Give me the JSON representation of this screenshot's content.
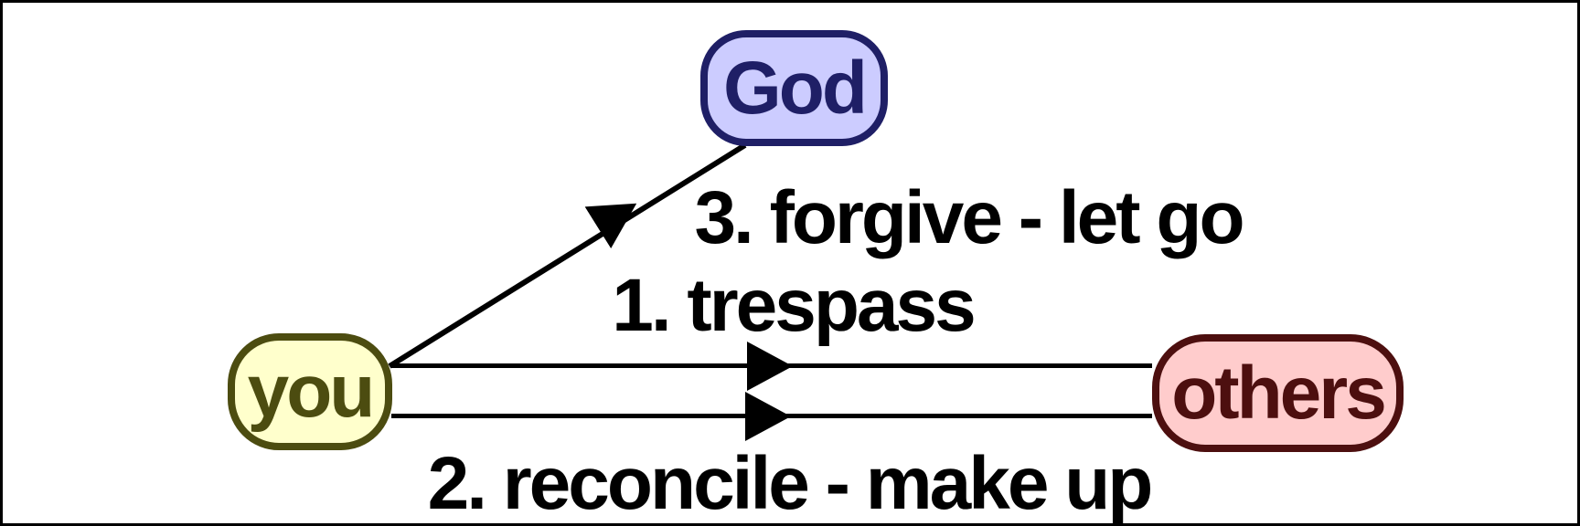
{
  "diagram": {
    "type": "relationship-diagram",
    "background": "#ffffff",
    "frame_border_color": "#000000",
    "line_color": "#000000",
    "label_color": "#000000",
    "nodes": [
      {
        "id": "god",
        "label": "God",
        "fill": "#ccccff",
        "stroke": "#1f1f66",
        "text_color": "#1f1f66"
      },
      {
        "id": "you",
        "label": "you",
        "fill": "#ffffcc",
        "stroke": "#4c4c10",
        "text_color": "#4c4c10"
      },
      {
        "id": "others",
        "label": "others",
        "fill": "#ffcccc",
        "stroke": "#4d0f0f",
        "text_color": "#4d0f0f"
      }
    ],
    "edges": [
      {
        "id": "trespass",
        "label": "1. trespass",
        "from": "you",
        "to": "others",
        "arrow_direction": "right"
      },
      {
        "id": "reconcile",
        "label": "2. reconcile - make up",
        "from": "you",
        "to": "others",
        "arrow_direction": "right"
      },
      {
        "id": "forgive",
        "label": "3. forgive - let go",
        "from": "you",
        "to": "god",
        "arrow_direction": "up-toward-god"
      }
    ]
  }
}
